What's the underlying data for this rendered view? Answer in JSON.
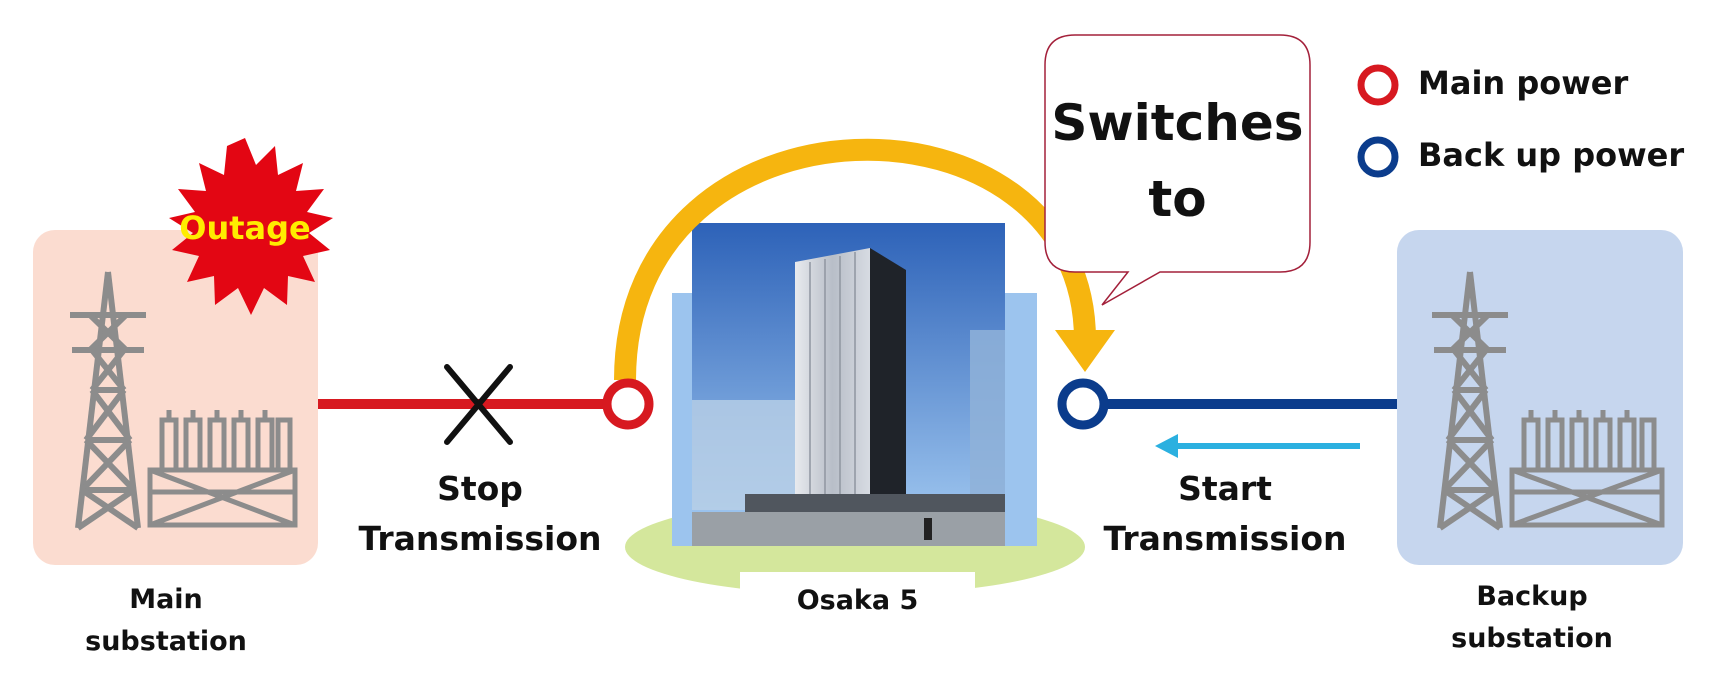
{
  "outage_label": "Outage",
  "stop_transmission": {
    "line1": "Stop",
    "line2": "Transmission"
  },
  "start_transmission": {
    "line1": "Start",
    "line2": "Transmission"
  },
  "switch_callout": {
    "line1": "Switches",
    "line2": "to"
  },
  "main_substation": {
    "line1": "Main",
    "line2": "substation"
  },
  "backup_substation": {
    "line1": "Backup",
    "line2": "substation"
  },
  "datacenter_label": "Osaka 5",
  "legend": {
    "main_power": "Main power",
    "backup_power": "Back up power"
  },
  "colors": {
    "main_power": "#d71920",
    "backup_power": "#0b3c8c",
    "switch_arrow": "#f6b50f",
    "flow_arrow": "#2bb0e0",
    "outage_burst": "#e30613",
    "outage_text": "#ffec00",
    "main_bg": "#fbdcd0",
    "backup_bg": "#c6d6ee",
    "ground": "#d4e79c"
  }
}
